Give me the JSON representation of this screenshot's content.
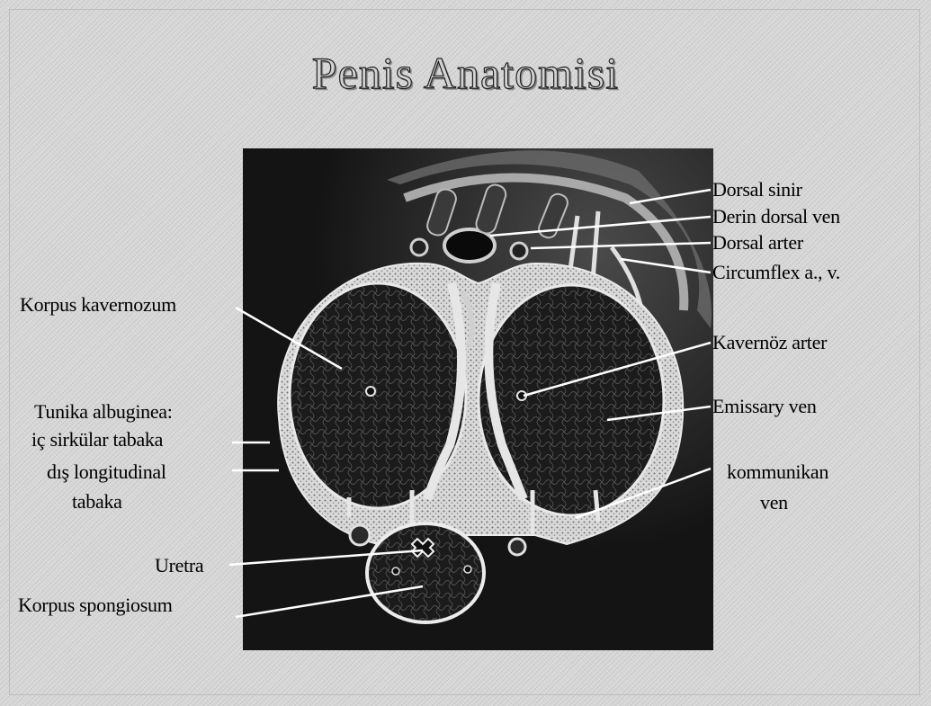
{
  "title": "Penis Anatomisi",
  "labels": {
    "dorsal_sinir": "Dorsal sinir",
    "derin_dorsal_ven": "Derin dorsal ven",
    "dorsal_arter": "Dorsal arter",
    "circumflex": "Circumflex a., v.",
    "korpus_kavernozum": "Korpus kavernozum",
    "kavernoz_arter": "Kavernöz arter",
    "tunika_1": "Tunika albuginea:",
    "tunika_2": "iç sirkülar tabaka",
    "tunika_3": "dış longitudinal",
    "tunika_4": "tabaka",
    "emissary_ven": "Emissary ven",
    "kommunikan_1": "kommunikan",
    "kommunikan_2": "ven",
    "uretra": "Uretra",
    "korpus_spongiosum": "Korpus spongiosum"
  },
  "colors": {
    "background": "#d6d6d6",
    "figure_background": "#141414",
    "tunica_wall": "#cfcfcf",
    "leader_line": "#ffffff"
  }
}
